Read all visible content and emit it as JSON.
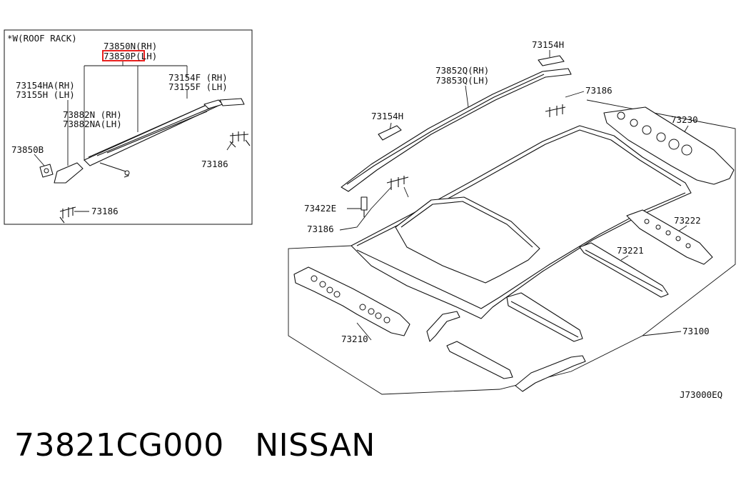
{
  "inset": {
    "title": "*W(ROOF RACK)",
    "labels": {
      "p73850n": "73850N(RH)",
      "p73850p": "73850P(LH)",
      "p73154ha": "73154HA(RH)",
      "p73155h": "73155H (LH)",
      "p73154f": "73154F (RH)",
      "p73155f": "73155F (LH)",
      "p73882n": "73882N  (RH)",
      "p73882na": "73882NA(LH)",
      "p73850b": "73850B",
      "p73186a": "73186",
      "p73186b": "73186"
    },
    "highlight_color": "#e8201e"
  },
  "main": {
    "labels": {
      "p73154h_top": "73154H",
      "p73852q": "73852Q(RH)",
      "p73853q": "73853Q(LH)",
      "p73186_top": "73186",
      "p73154h_left": "73154H",
      "p73230": "73230",
      "p73422e": "73422E",
      "p73186_left": "73186",
      "p73222": "73222",
      "p73221": "73221",
      "p73210": "73210",
      "p73100": "73100"
    },
    "diagram_code": "J73000EQ"
  },
  "caption": {
    "part_number": "73821CG000",
    "brand": "NISSAN"
  }
}
